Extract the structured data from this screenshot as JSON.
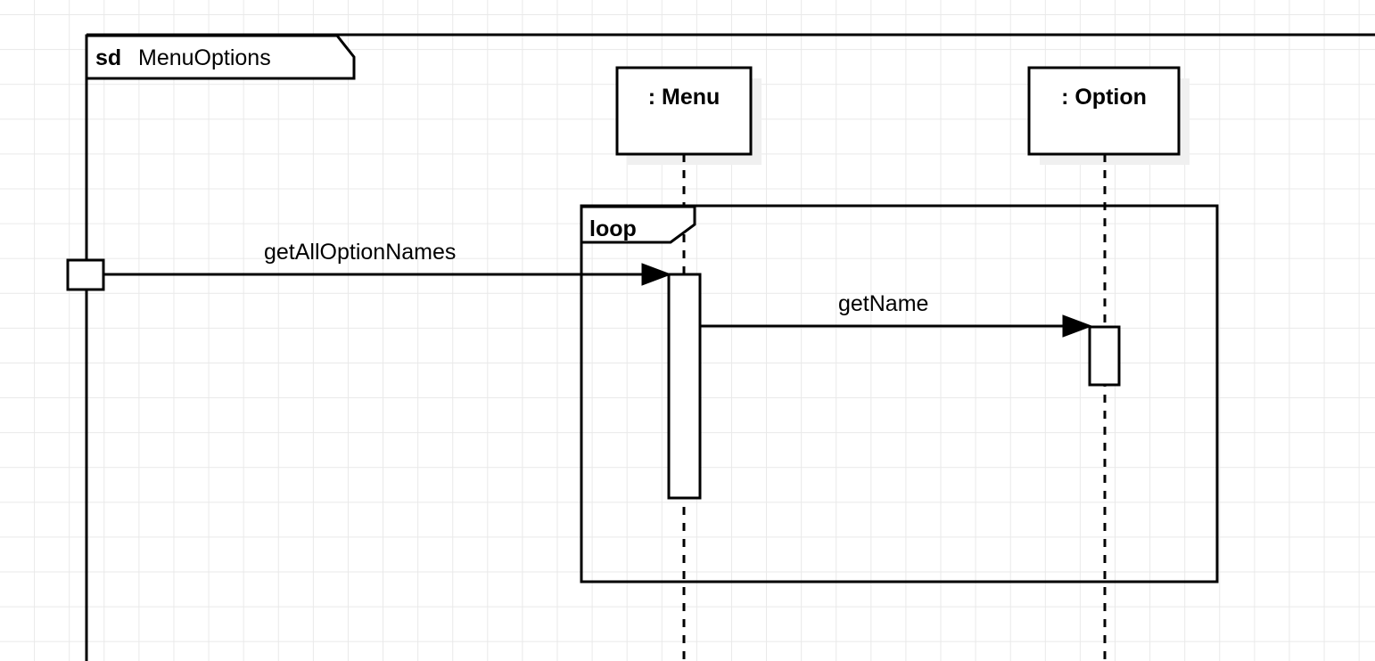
{
  "diagram": {
    "type": "uml-sequence-diagram",
    "frame": {
      "keyword": "sd",
      "name": "MenuOptions"
    },
    "fragment": {
      "keyword": "loop"
    },
    "lifelines": [
      {
        "id": "actor",
        "label": "",
        "kind": "anonymous-lifeline"
      },
      {
        "id": "menu",
        "label": ": Menu",
        "kind": "object-box"
      },
      {
        "id": "option",
        "label": ": Option",
        "kind": "object-box"
      }
    ],
    "messages": [
      {
        "id": "msg1",
        "label": "getAllOptionNames",
        "from": "actor",
        "to": "menu",
        "kind": "synchronous-call"
      },
      {
        "id": "msg2",
        "label": "getName",
        "from": "menu",
        "to": "option",
        "kind": "synchronous-call"
      }
    ],
    "colors": {
      "stroke": "#000000",
      "fill": "#ffffff",
      "grid": "#e9e9e9",
      "shadow": "#f0f0f0"
    }
  }
}
